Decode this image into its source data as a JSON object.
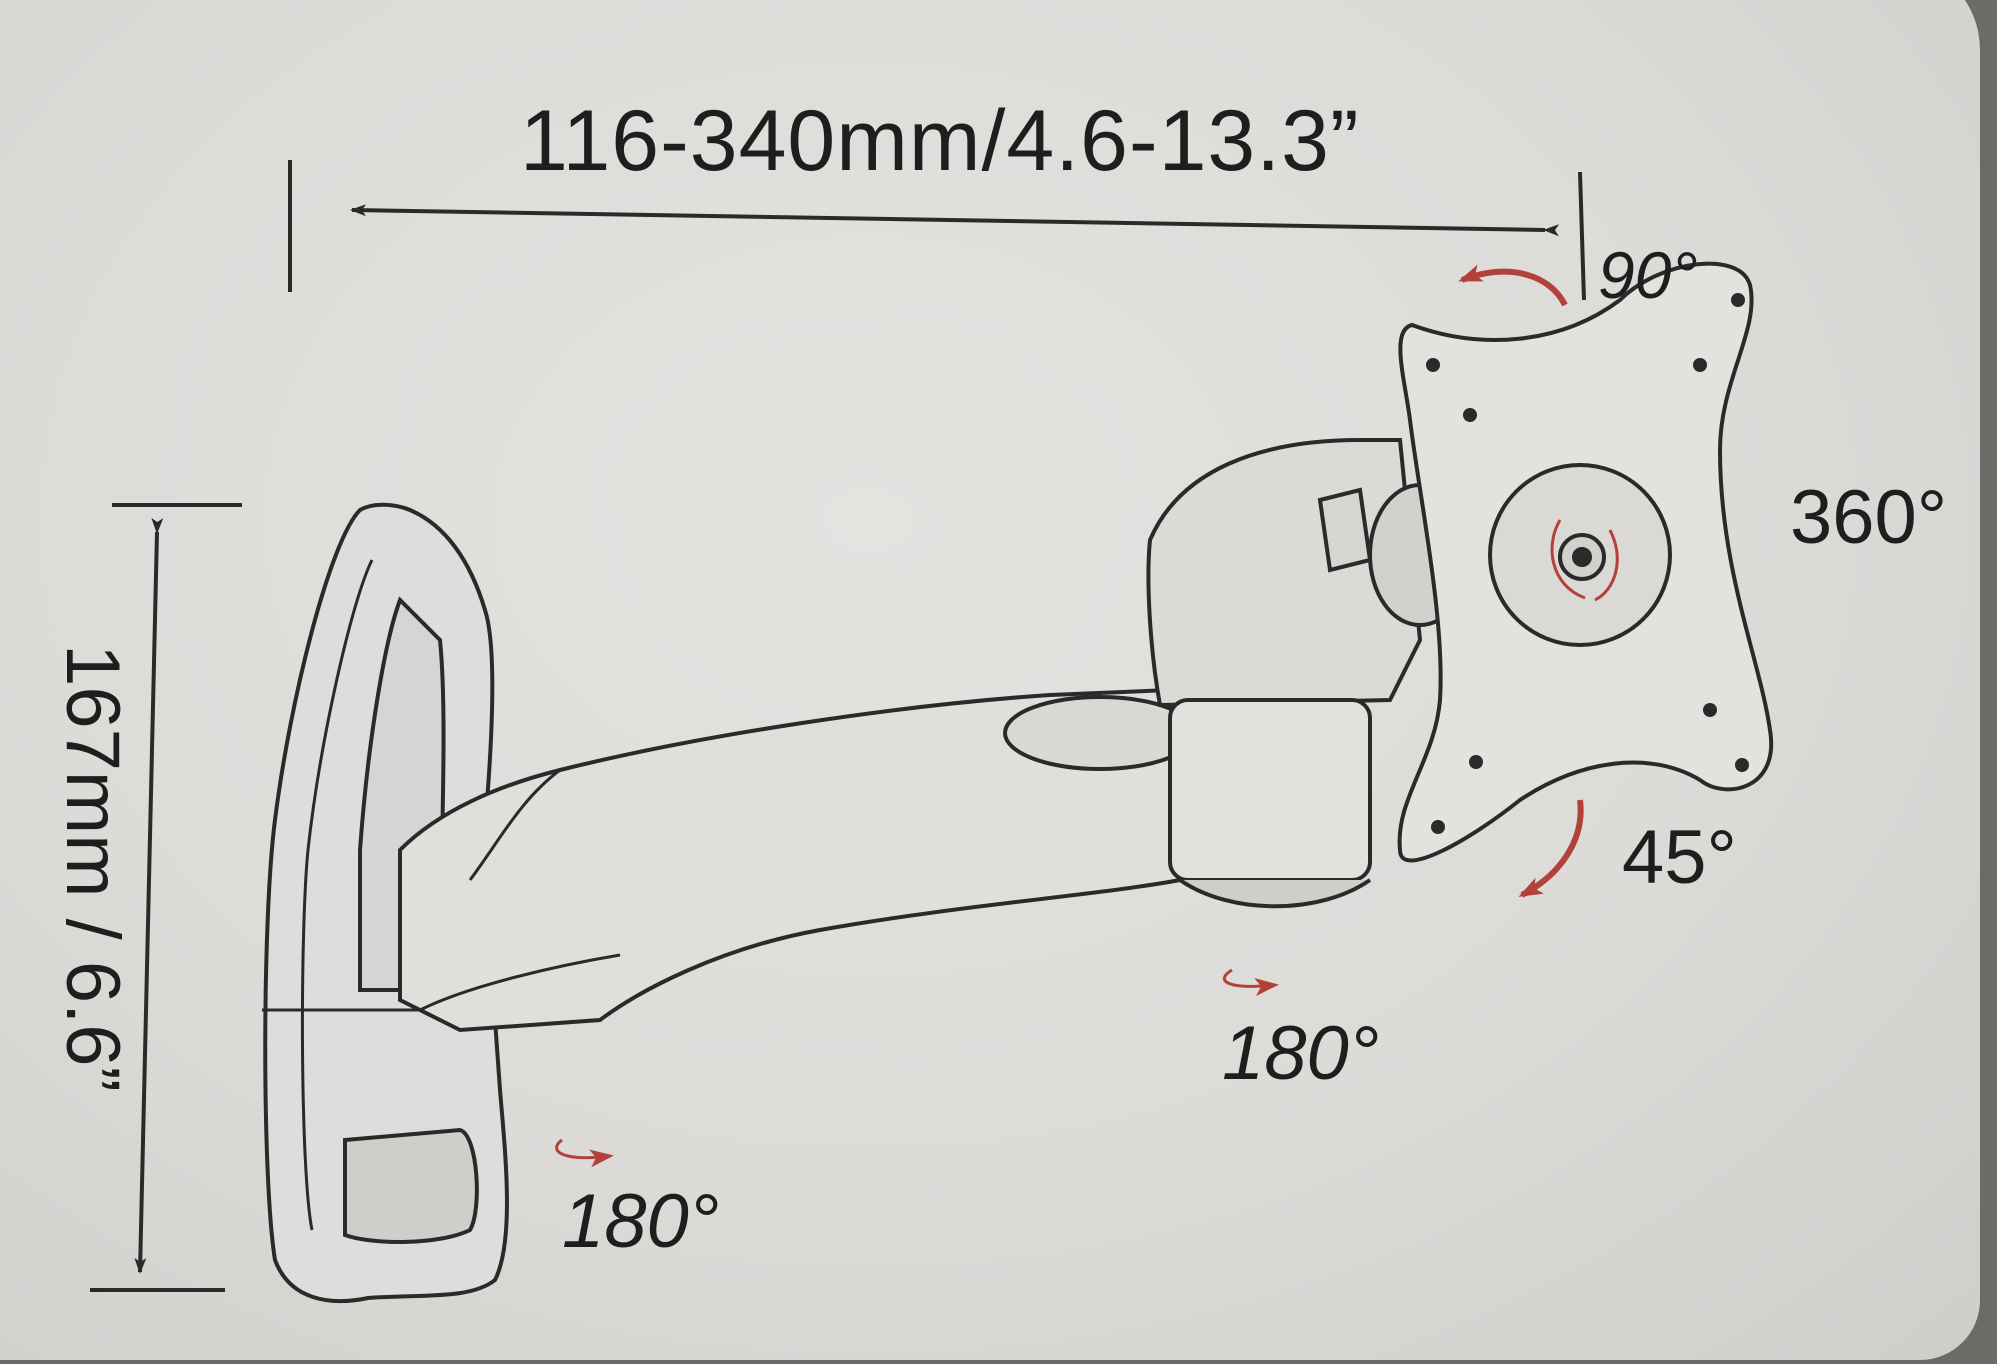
{
  "dimensions": {
    "width_label": "116-340mm/4.6-13.3”",
    "height_label": "167mm / 6.6”"
  },
  "rotations": {
    "tilt_top": "90°",
    "plate_rotation": "360°",
    "tilt_bottom": "45°",
    "swivel_arm": "180°",
    "swivel_wall": "180°"
  },
  "colors": {
    "line": "#2a2a2a",
    "arrow_accent": "#b2413a",
    "background": "#dcdbd8"
  }
}
